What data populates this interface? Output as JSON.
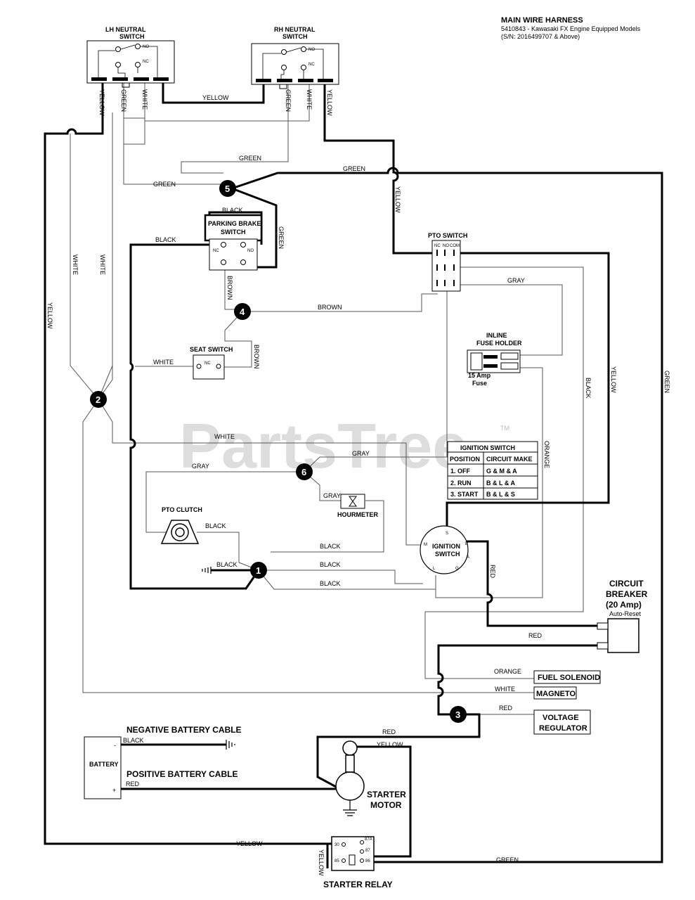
{
  "header": {
    "title": "MAIN WIRE HARNESS",
    "line1": "5410843 - Kawasaki FX Engine Equipped Models",
    "line2": "(S/N: 2016499707 & Above)"
  },
  "watermark": {
    "text": "PartsTree",
    "tm": "TM"
  },
  "components": {
    "lh_neutral": [
      "LH NEUTRAL",
      "SWITCH"
    ],
    "rh_neutral": [
      "RH NEUTRAL",
      "SWITCH"
    ],
    "parking_brake": [
      "PARKING BRAKE",
      "SWITCH"
    ],
    "pto_switch": "PTO SWITCH",
    "seat_switch": "SEAT SWITCH",
    "inline_fuse": [
      "INLINE",
      "FUSE HOLDER"
    ],
    "fuse": [
      "15 Amp",
      "Fuse"
    ],
    "pto_clutch": "PTO CLUTCH",
    "hourmeter": "HOURMETER",
    "ignition": [
      "IGNITION",
      "SWITCH"
    ],
    "circuit_breaker": [
      "CIRCUIT",
      "BREAKER",
      "(20 Amp)",
      "Auto-Reset"
    ],
    "fuel_solenoid": "FUEL SOLENOID",
    "magneto": "MAGNETO",
    "voltage_regulator": [
      "VOLTAGE",
      "REGULATOR"
    ],
    "battery": "BATTERY",
    "negative_cable": "NEGATIVE BATTERY CABLE",
    "positive_cable": "POSITIVE BATTERY CABLE",
    "starter_motor": [
      "STARTER",
      "MOTOR"
    ],
    "starter_relay": "STARTER RELAY"
  },
  "switch_marks": {
    "no": "NO",
    "nc": "NC",
    "com": "COM",
    "s": "S",
    "m": "M",
    "b": "B",
    "l": "L",
    "g": "G",
    "a": "A",
    "minus": "-",
    "plus": "+"
  },
  "relay_pins": [
    "30",
    "87A",
    "87",
    "85",
    "86"
  ],
  "ignition_table": {
    "title": "IGNITION SWITCH",
    "headers": [
      "POSITION",
      "CIRCUIT MAKE"
    ],
    "rows": [
      [
        "1. OFF",
        "G & M & A"
      ],
      [
        "2. RUN",
        "B & L & A"
      ],
      [
        "3. START",
        "B & L & S"
      ]
    ]
  },
  "nodes": [
    "1",
    "2",
    "3",
    "4",
    "5",
    "6"
  ],
  "wire_labels": {
    "yellow": "YELLOW",
    "green": "GREEN",
    "white": "WHITE",
    "black": "BLACK",
    "brown": "BROWN",
    "gray": "GRAY",
    "orange": "ORANGE",
    "red": "RED"
  }
}
